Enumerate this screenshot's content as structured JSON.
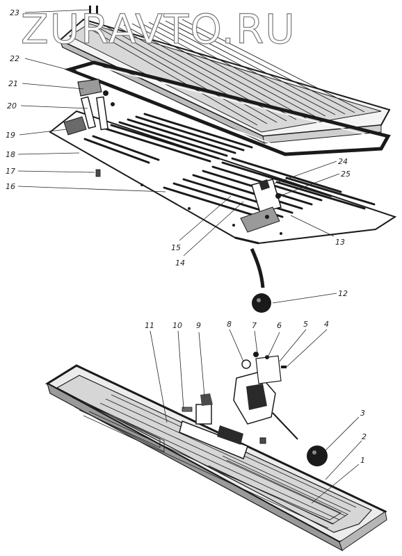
{
  "watermark": "ZURAVTO.RU",
  "callouts": {
    "c1": "1",
    "c2": "2",
    "c3": "3",
    "c4": "4",
    "c5": "5",
    "c6": "6",
    "c7": "7",
    "c8": "8",
    "c9": "9",
    "c10": "10",
    "c11": "11",
    "c12": "12",
    "c13": "13",
    "c14": "14",
    "c15": "15",
    "c16": "16",
    "c17": "17",
    "c18": "18",
    "c19": "19",
    "c20": "20",
    "c21": "21",
    "c22": "22",
    "c23": "23",
    "c24": "24",
    "c25": "25"
  },
  "colors": {
    "ink": "#1a1a1a",
    "watermark_outline": "#7a7a7a"
  }
}
